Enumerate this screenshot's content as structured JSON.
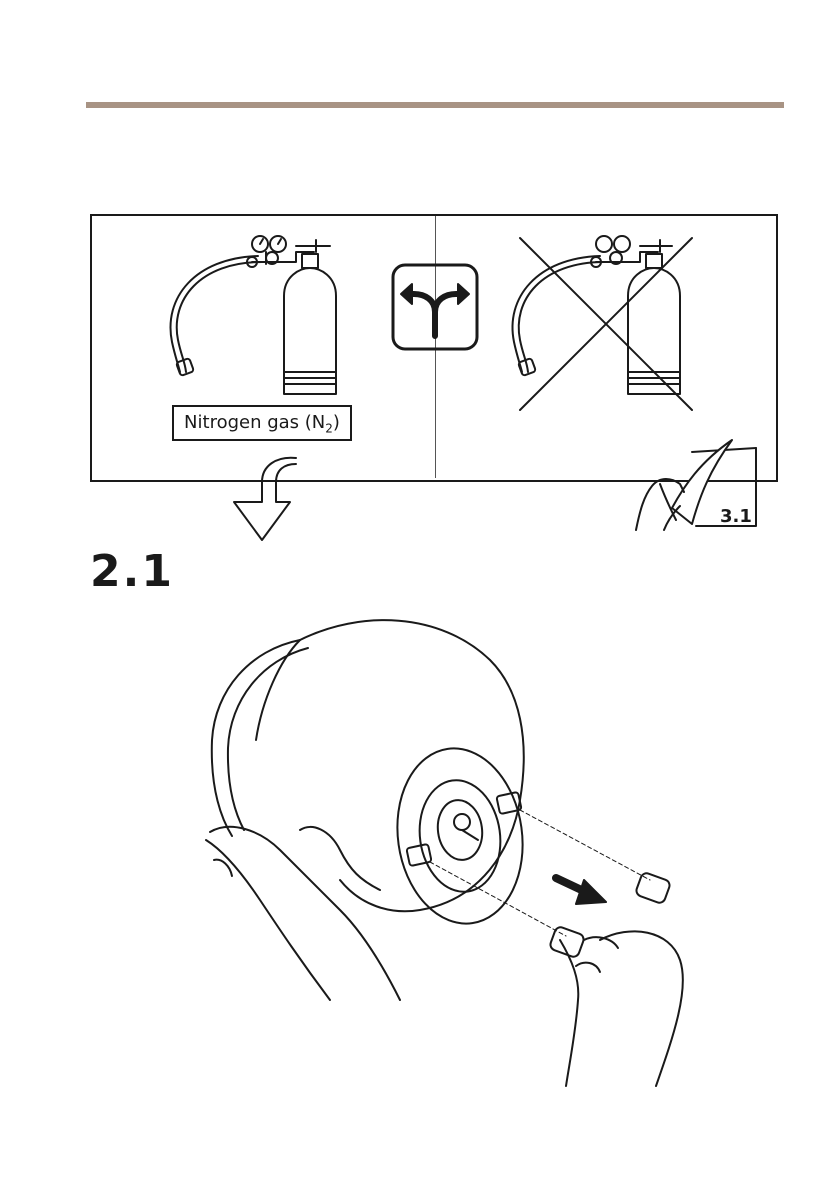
{
  "page": {
    "step_number": "2.1",
    "gas_label_main": "Nitrogen gas (N",
    "gas_label_sub": "2",
    "gas_label_close": ")",
    "reference_page": "3.1"
  },
  "icons": [
    "nitrogen-cylinder-icon",
    "no-cylinder-icon",
    "fork-decision-icon",
    "down-arrow-icon",
    "page-turn-hand-icon",
    "camera-housing-illustration"
  ],
  "colors": {
    "rule": "#a89384",
    "line": "#1a1a1a"
  }
}
